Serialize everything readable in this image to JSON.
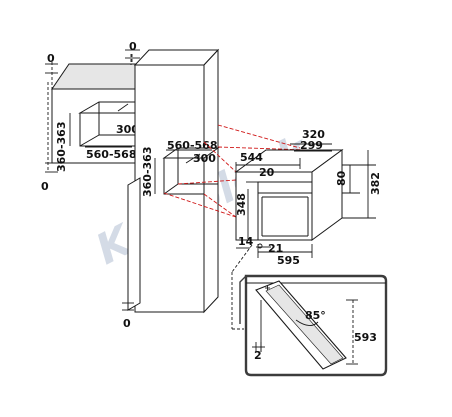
{
  "diagram": {
    "colors": {
      "line": "#1a1a1a",
      "guide": "#d01818",
      "frame": "#3c3c3c",
      "shade": "#e6e6e6",
      "watermark": "#d4dbe6",
      "background": "#ffffff"
    },
    "watermark": "Kupiplesk",
    "labels": {
      "top_gap_left": "0",
      "top_gap_right": "0",
      "bottom_gap_left": "0",
      "bottom_gap_right": "0",
      "depth_left": "300",
      "width_left": "560-568",
      "height_left": "360-363",
      "width_right": "560-568",
      "depth_right": "300",
      "height_right": "360-363",
      "oven_width": "544",
      "oven_depth_outer": "320",
      "oven_depth_inner": "299",
      "front_top": "20",
      "oven_height": "348",
      "panel_height": "80",
      "total_height": "382",
      "bottom_left": "14",
      "front_gap": "21",
      "front_width": "595",
      "door_angle": "85°",
      "door_height": "593",
      "door_gap": "2"
    }
  }
}
